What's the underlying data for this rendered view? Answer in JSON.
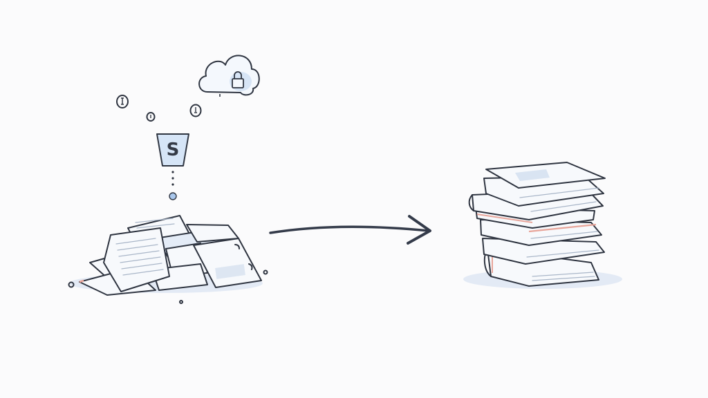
{
  "illustration": {
    "description": "Messy pile of papers transformed into an organized stack of books",
    "left": {
      "cloud_icon": "cloud-lock-icon",
      "floating_icons": [
        "clock-icon",
        "clock-icon",
        "clock-icon"
      ],
      "bucket_label": "S",
      "pile": "scattered-papers"
    },
    "arrow": {
      "direction": "right",
      "icon": "arrow-right-icon"
    },
    "right": {
      "stack": "book-stack",
      "book_count": 6
    },
    "colors": {
      "background": "#fbfbfc",
      "ink": "#2e3440",
      "accent_blue": "#c9dbf2",
      "accent_red": "#e8a59a",
      "shadow": "#e3eaf5"
    }
  }
}
